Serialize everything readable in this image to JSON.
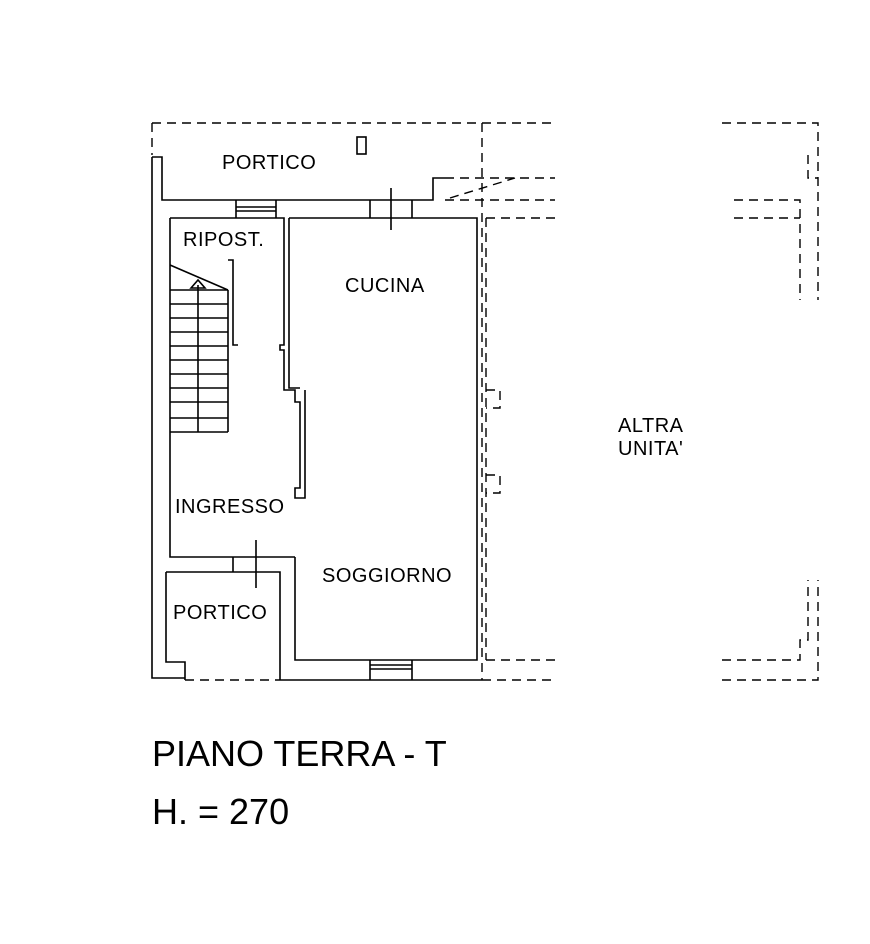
{
  "rooms": {
    "portico_top": "PORTICO",
    "ripostiglio": "RIPOST.",
    "cucina": "CUCINA",
    "ingresso": "INGRESSO",
    "soggiorno": "SOGGIORNO",
    "portico_bottom": "PORTICO",
    "altra_unita_1": "ALTRA",
    "altra_unita_2": "UNITA'"
  },
  "caption": {
    "floor": "PIANO TERRA - T",
    "height": "H. = 270"
  }
}
